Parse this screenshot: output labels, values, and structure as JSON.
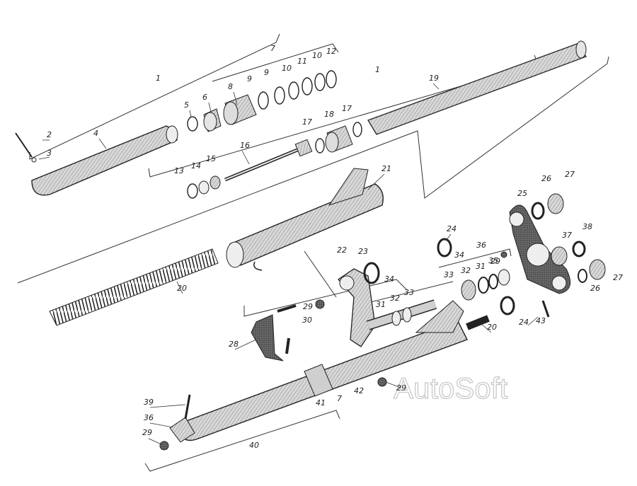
{
  "watermark": "AutoSoft",
  "labels": {
    "n1a": "1",
    "n1b": "1",
    "n2": "2",
    "n3": "3",
    "n4": "4",
    "n5": "5",
    "n6": "6",
    "n7a": "7",
    "n7b": "7",
    "n8": "8",
    "n9a": "9",
    "n9b": "9",
    "n10a": "10",
    "n10b": "10",
    "n11": "11",
    "n12": "12",
    "n13": "13",
    "n14": "14",
    "n15": "15",
    "n16": "16",
    "n17a": "17",
    "n17b": "17",
    "n18": "18",
    "n19": "19",
    "n20a": "20",
    "n20b": "20",
    "n21": "21",
    "n22": "22",
    "n23": "23",
    "n24a": "24",
    "n24b": "24",
    "n25": "25",
    "n26a": "26",
    "n26b": "26",
    "n27a": "27",
    "n27b": "27",
    "n28": "28",
    "n29a": "29",
    "n29b": "29",
    "n29c": "29",
    "n29d": "29",
    "n30": "30",
    "n31a": "31",
    "n31b": "31",
    "n32a": "32",
    "n32b": "32",
    "n33a": "33",
    "n33b": "33",
    "n34a": "34",
    "n34b": "34",
    "n35": "35",
    "n36a": "36",
    "n36b": "36",
    "n37": "37",
    "n38": "38",
    "n39": "39",
    "n40": "40",
    "n41": "41",
    "n42": "42",
    "n43": "43"
  }
}
